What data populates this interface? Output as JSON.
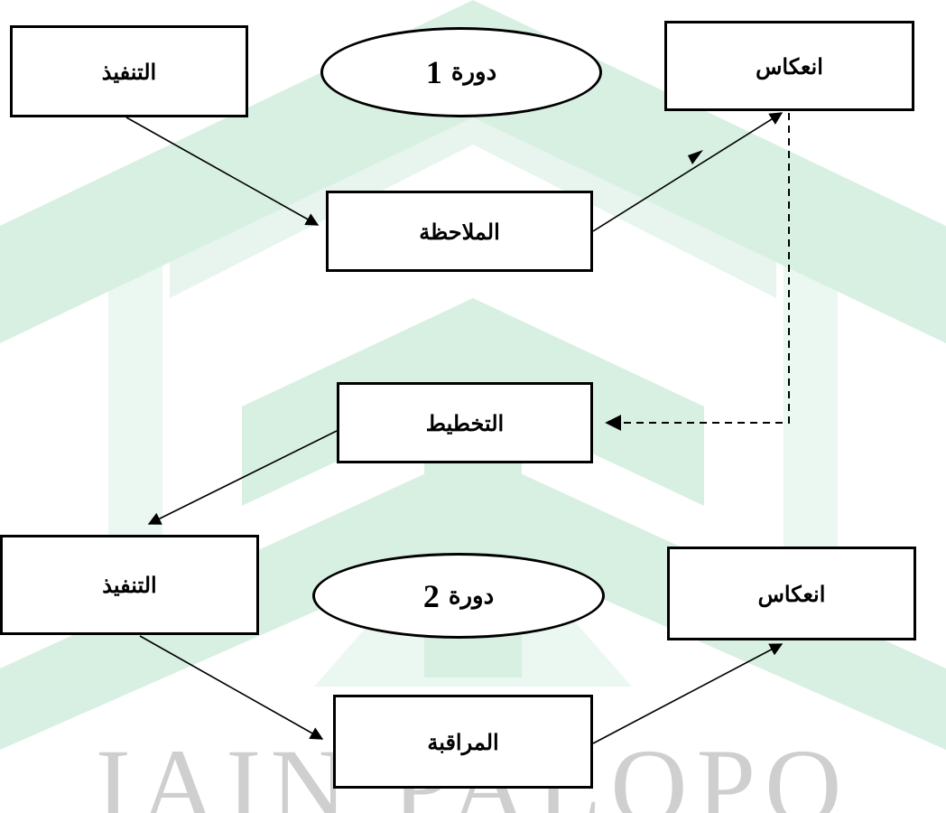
{
  "watermark": {
    "text": "IAIN PALOPO",
    "color": "#bfe3cf"
  },
  "cycle1": {
    "label": "دورة",
    "number": "1",
    "acting": "التنفيذ",
    "observing": "الملاحظة",
    "reflecting": "انعكاس"
  },
  "planning": "التخطيط",
  "cycle2": {
    "label": "دورة",
    "number": "2",
    "acting": "التنفيذ",
    "observing": "المراقبة",
    "reflecting": "انعكاس"
  }
}
